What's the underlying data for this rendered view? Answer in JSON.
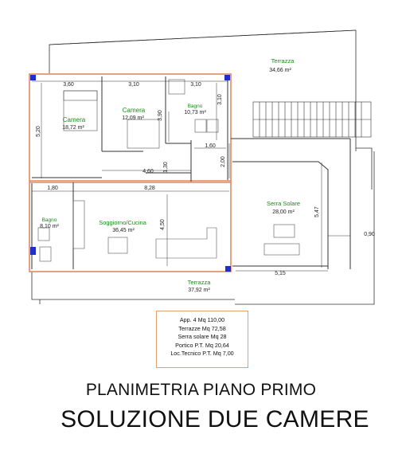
{
  "rooms": {
    "camera1": {
      "name": "Camera",
      "area": "18,72 m²"
    },
    "camera2": {
      "name": "Camera",
      "area": "12,09 m²"
    },
    "bagno1": {
      "name": "Bagno",
      "area": "10,73 m²"
    },
    "bagno2": {
      "name": "Bagno",
      "area": "8,10 m²"
    },
    "soggiorno": {
      "name": "Soggiorno/Cucina",
      "area": "36,45 m²"
    },
    "serra": {
      "name": "Serra Solare",
      "area": "28,00 m²"
    },
    "terrazza_top": {
      "name": "Terrazza",
      "area": "34,66 m²"
    },
    "terrazza_bottom": {
      "name": "Terrazza",
      "area": "37,92 m²"
    }
  },
  "dimensions": {
    "d360": "3,60",
    "d310a": "3,10",
    "d310b": "3,10",
    "d520": "5,20",
    "d390": "3,90",
    "d310v": "3,10",
    "d160": "1,60",
    "d200": "2,00",
    "d460": "4,60",
    "d130": "1,30",
    "d180": "1,80",
    "d828": "8,28",
    "d450": "4,50",
    "d547": "5,47",
    "d515": "5,15",
    "d090": "0,90"
  },
  "summary": {
    "line1": "App. 4  Mq 110,00",
    "line2": "Terrazze  Mq 72,58",
    "line3": "Serra solare  Mq 28",
    "line4": "Portico P.T.  Mq 20,64",
    "line5": "Loc.Tecnico P.T.  Mq 7,00"
  },
  "title": {
    "line1": "PLANIMETRIA PIANO PRIMO",
    "line2": "SOLUZIONE DUE CAMERE"
  },
  "colors": {
    "wall_outline": "#e08a60",
    "room_label": "#1a8a1a",
    "column": "#1f2fc8"
  }
}
